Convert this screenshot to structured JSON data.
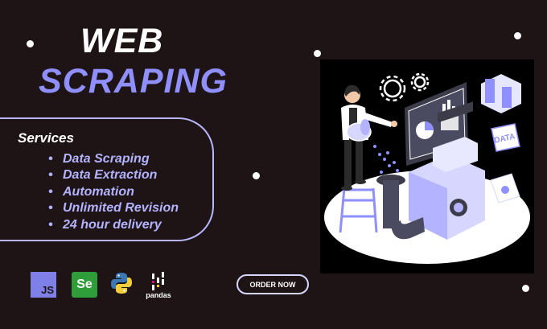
{
  "title": {
    "line1": "WEB",
    "line2": "SCRAPING"
  },
  "services": {
    "heading": "Services",
    "items": [
      "Data Scraping",
      "Data Extraction",
      "Automation",
      "Unlimited Revision",
      "24 hour delivery"
    ]
  },
  "logos": {
    "js": "JS",
    "selenium": "Se",
    "python": "python-logo",
    "pandas": "pandas"
  },
  "order_button": "ORDER NOW",
  "illustration": {
    "label": "DATA"
  },
  "colors": {
    "background": "#1e1416",
    "accent": "#8f8fff",
    "list_text": "#b3b3ff",
    "border": "#b8b8ff"
  }
}
